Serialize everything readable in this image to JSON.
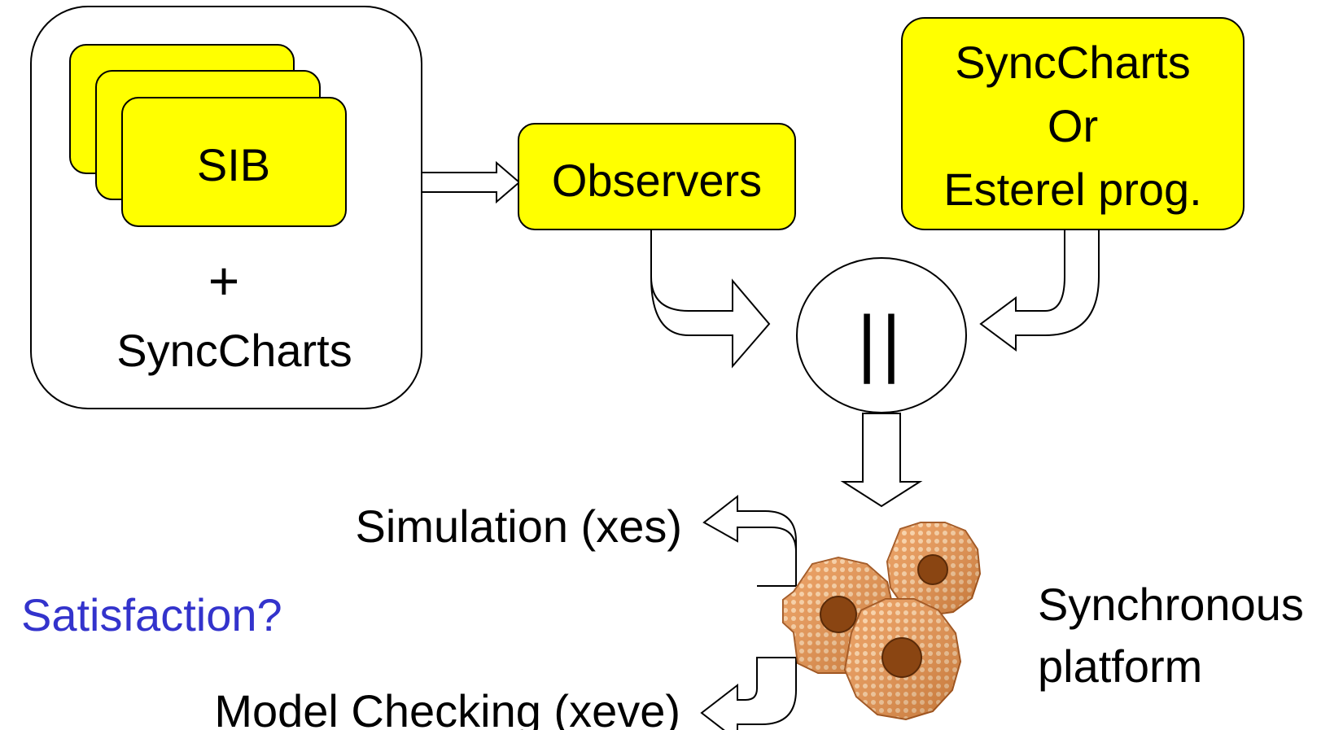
{
  "colors": {
    "box_fill": "#ffff00",
    "stroke": "#000000",
    "background": "#ffffff",
    "question_text": "#3333cc",
    "gear_light": "#f6b77a",
    "gear_mid": "#e0873a",
    "gear_dark": "#a0521a"
  },
  "container": {
    "sib_label": "SIB",
    "plus_label": "+",
    "syncharts_label": "SyncCharts"
  },
  "observers": {
    "label": "Observers"
  },
  "program_box": {
    "line1": "SyncCharts",
    "line2": "Or",
    "line3": "Esterel prog."
  },
  "parallel": {
    "label": "||"
  },
  "outputs": {
    "simulation": "Simulation (xes)",
    "model_checking": "Model Checking (xeve)",
    "satisfaction": "Satisfaction?"
  },
  "platform": {
    "line1": "Synchronous",
    "line2": "platform",
    "icon": "gears-icon"
  }
}
